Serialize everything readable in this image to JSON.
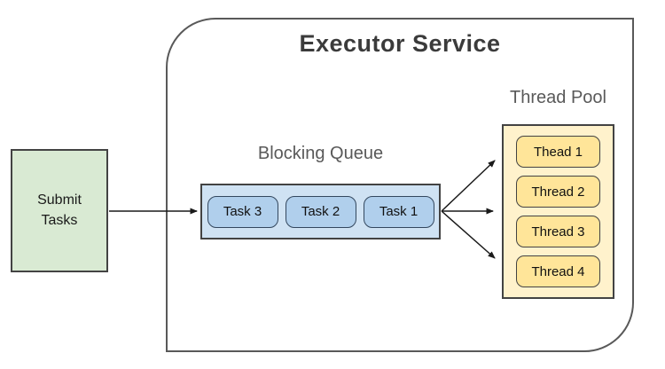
{
  "diagram": {
    "title": "Executor Service",
    "submit_box": {
      "label": "Submit\nTasks"
    },
    "blocking_queue": {
      "label": "Blocking Queue",
      "tasks": [
        "Task 3",
        "Task 2",
        "Task 1"
      ]
    },
    "thread_pool": {
      "label": "Thread Pool",
      "threads": [
        "Thead 1",
        "Thread 2",
        "Thread 3",
        "Thread 4"
      ]
    },
    "colors": {
      "submit_fill": "#d9ead3",
      "queue_fill": "#cfe2f3",
      "task_fill": "#b0cfec",
      "task_border": "#33475e",
      "pool_fill": "#fff2cc",
      "thread_fill": "#ffe599",
      "label_gray": "#595959",
      "title_color": "#3b3b3b",
      "border_dark": "#434343",
      "outer_border": "#595959",
      "arrow_color": "#1a1a1a"
    }
  }
}
